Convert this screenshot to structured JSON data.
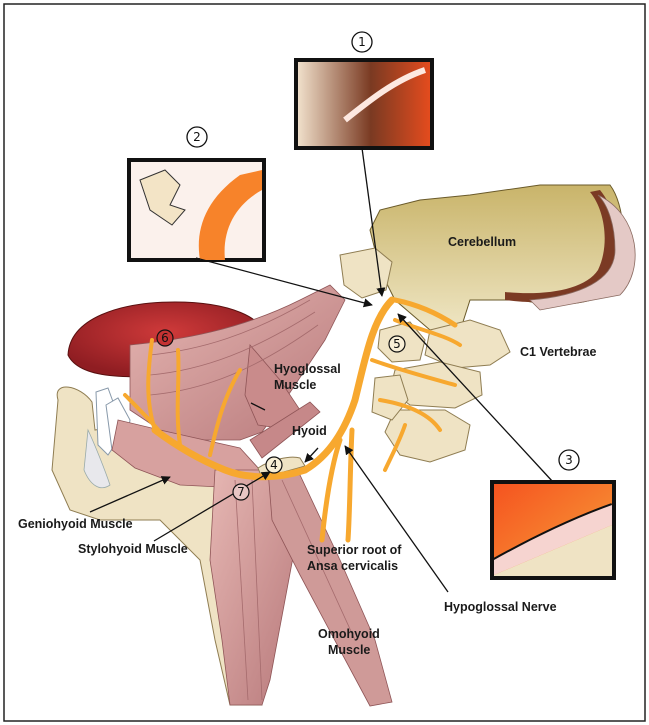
{
  "labels": {
    "cerebellum": "Cerebellum",
    "c1_vertebrae": "C1 Vertebrae",
    "hyoglossal_line1": "Hyoglossal",
    "hyoglossal_line2": "Muscle",
    "hyoid": "Hyoid",
    "geniohyoid": "Geniohyoid Muscle",
    "stylohyoid": "Stylohyoid Muscle",
    "superior_root_line1": "Superior root of",
    "superior_root_line2": "Ansa cervicalis",
    "hypoglossal_nerve": "Hypoglossal Nerve",
    "omohyoid_line1": "Omohyoid",
    "omohyoid_line2": "Muscle"
  },
  "markers": {
    "m1": "1",
    "m2": "2",
    "m3": "3",
    "m4": "4",
    "m5": "5",
    "m6": "6",
    "m7": "7"
  },
  "colors": {
    "nerve": "#f7a82f",
    "muscle": "#d9a7a5",
    "muscle_dark": "#a86a6c",
    "tongue": "#b3262c",
    "bone": "#efe3c4",
    "brain": "#d4c48c",
    "border": "#222222"
  }
}
